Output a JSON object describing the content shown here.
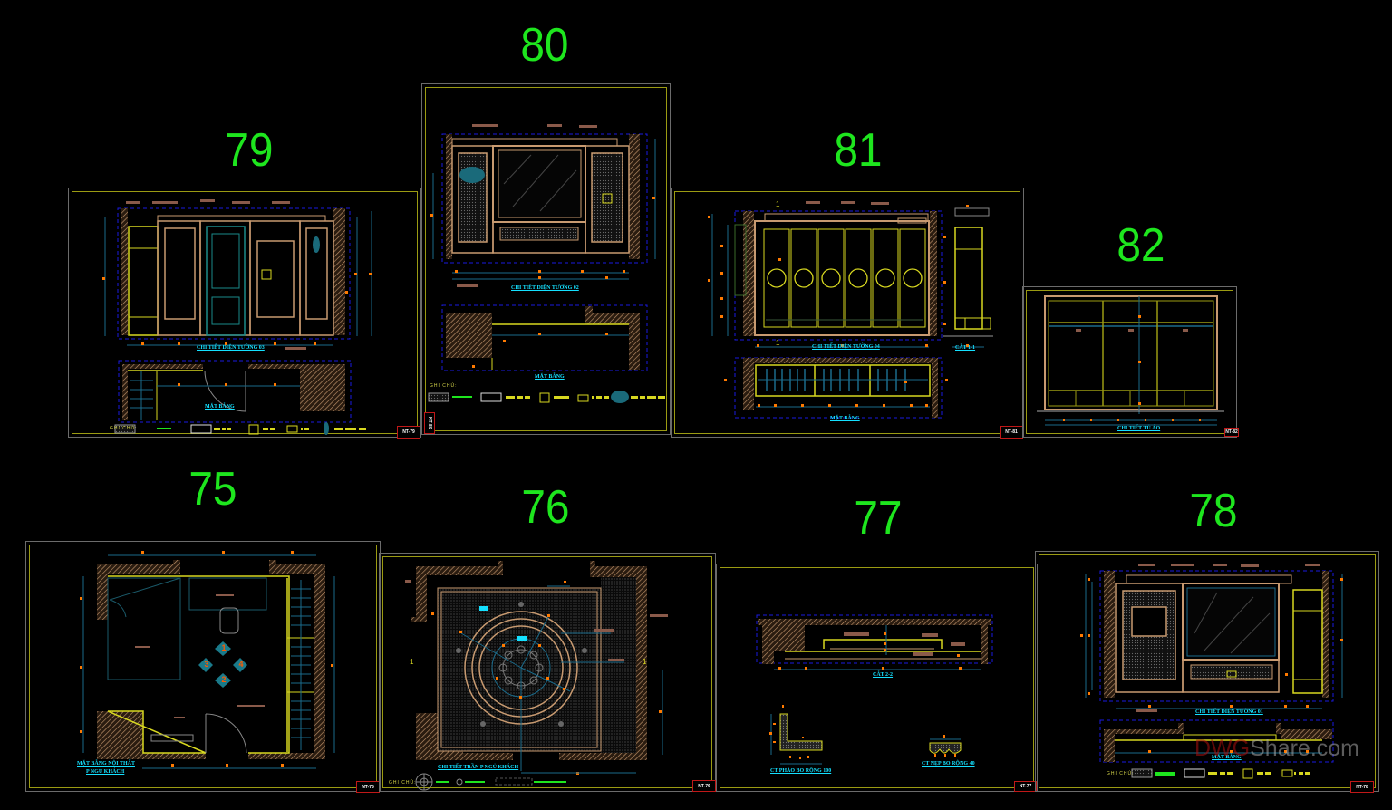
{
  "canvas": {
    "background": "#000000",
    "colors": {
      "sheet_number": "#1EE61E",
      "frame_border": "#9B9B12",
      "caption": "#14E0FF",
      "dimension": "#1A6A8A",
      "wood": "#C89A70",
      "yellow_line": "#D8D820",
      "orange_marker": "#FF7A00",
      "hatch": "#8A6A4A",
      "stamp_border": "#C01818",
      "dashed_boundary": "#1A1AE0"
    }
  },
  "sheets": [
    {
      "number": "79",
      "title": "CHI TIẾT DIỆN TƯỜNG 03",
      "plan_caption": "MẶT BẰNG",
      "legend_label": "GHI CHÚ:",
      "stamp": "NT-79"
    },
    {
      "number": "80",
      "title": "CHI TIẾT DIỆN TƯỜNG 02",
      "plan_caption": "MẶT BẰNG",
      "legend_label": "GHI CHÚ:",
      "stamp": "NT-80"
    },
    {
      "number": "81",
      "title": "CHI TIẾT DIỆN TƯỜNG 04",
      "section_caption": "CẮT 1-1",
      "plan_caption": "MẶT BẰNG",
      "section_marker": "1",
      "stamp": "NT-81"
    },
    {
      "number": "82",
      "title": "CHI TIẾT TỦ ÁO",
      "stamp": "NT-82"
    },
    {
      "number": "75",
      "title": "MẶT BẰNG NỘI THẤT",
      "subtitle": "P NGỦ KHÁCH",
      "view_markers": [
        "1",
        "2",
        "3",
        "4"
      ],
      "stamp": "NT-75"
    },
    {
      "number": "76",
      "title": "CHI TIẾT TRẦN P NGỦ KHÁCH",
      "legend_label": "GHI CHÚ:",
      "section_marker": "1",
      "stamp": "NT-76"
    },
    {
      "number": "77",
      "title": "CẮT 2-2",
      "detail_left_caption": "CT PHÀO BO RỘNG 100",
      "detail_right_caption": "CT NẸP BO RỘNG 40",
      "stamp": "NT-77"
    },
    {
      "number": "78",
      "title": "CHI TIẾT DIỆN TƯỜNG 01",
      "plan_caption": "MẶT BẰNG",
      "legend_label": "GHI CHÚ:",
      "stamp": "NT-78"
    }
  ],
  "watermark": {
    "part1": "DWG",
    "part2": "Share.com"
  }
}
